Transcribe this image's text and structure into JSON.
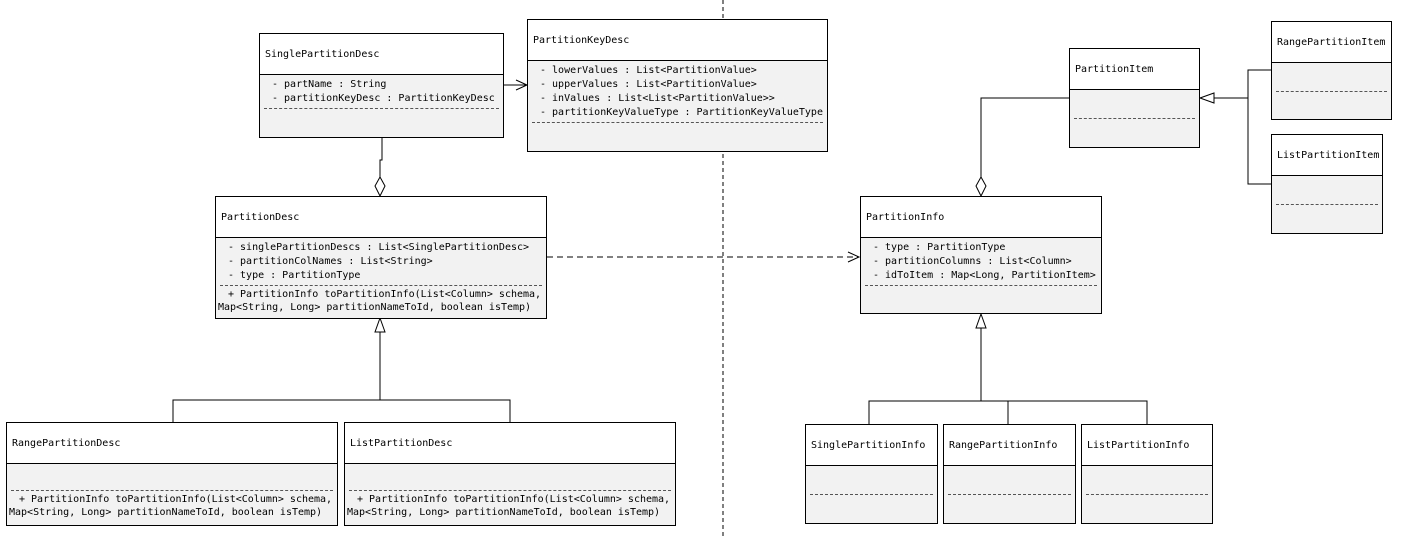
{
  "classes": {
    "single_partition_desc": {
      "name": "SinglePartitionDesc",
      "attributes": [
        "- partName : String",
        "- partitionKeyDesc : PartitionKeyDesc"
      ],
      "operations": []
    },
    "partition_key_desc": {
      "name": "PartitionKeyDesc",
      "attributes": [
        "- lowerValues : List<PartitionValue>",
        "- upperValues : List<PartitionValue>",
        "- inValues : List<List<PartitionValue>>",
        "- partitionKeyValueType : PartitionKeyValueType"
      ],
      "operations": []
    },
    "partition_desc": {
      "name": "PartitionDesc",
      "attributes": [
        "- singlePartitionDescs : List<SinglePartitionDesc>",
        "- partitionColNames : List<String>",
        "- type : PartitionType"
      ],
      "operations": [
        "+ PartitionInfo toPartitionInfo(List<Column> schema,",
        "Map<String, Long> partitionNameToId, boolean isTemp)"
      ]
    },
    "range_partition_desc": {
      "name": "RangePartitionDesc",
      "attributes": [],
      "operations": [
        "+ PartitionInfo toPartitionInfo(List<Column> schema,",
        "Map<String, Long> partitionNameToId, boolean isTemp)"
      ]
    },
    "list_partition_desc": {
      "name": "ListPartitionDesc",
      "attributes": [],
      "operations": [
        "+ PartitionInfo toPartitionInfo(List<Column> schema,",
        "Map<String, Long> partitionNameToId, boolean isTemp)"
      ]
    },
    "partition_item": {
      "name": "PartitionItem",
      "attributes": [],
      "operations": []
    },
    "range_partition_item": {
      "name": "RangePartitionItem",
      "attributes": [],
      "operations": []
    },
    "list_partition_item": {
      "name": "ListPartitionItem",
      "attributes": [],
      "operations": []
    },
    "partition_info": {
      "name": "PartitionInfo",
      "attributes": [
        "- type : PartitionType",
        "- partitionColumns : List<Column>",
        "- idToItem : Map<Long, PartitionItem>"
      ],
      "operations": []
    },
    "single_partition_info": {
      "name": "SinglePartitionInfo",
      "attributes": [],
      "operations": []
    },
    "range_partition_info": {
      "name": "RangePartitionInfo",
      "attributes": [],
      "operations": []
    },
    "list_partition_info": {
      "name": "ListPartitionInfo",
      "attributes": [],
      "operations": []
    }
  },
  "colors": {
    "compartment_fill": "#f2f2f2",
    "header_fill": "#ffffff",
    "stroke": "#000000"
  }
}
